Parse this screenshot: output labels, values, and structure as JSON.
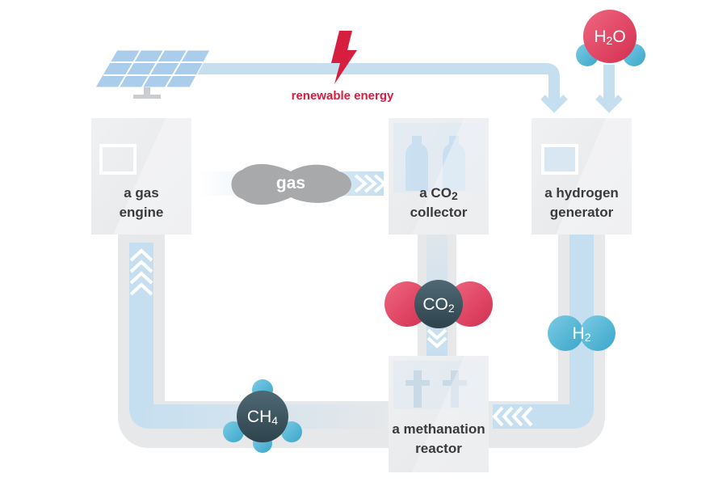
{
  "energy": {
    "label": "renewable energy"
  },
  "flow": {
    "gas_label": "gas"
  },
  "units": {
    "gas_engine": {
      "line1": "a gas",
      "line2": "engine"
    },
    "co2_collector": {
      "line1_prefix": "a CO",
      "line1_sub": "2",
      "line2": "collector"
    },
    "hydrogen_generator": {
      "line1": "a hydrogen",
      "line2": "generator"
    },
    "methanation_reactor": {
      "line1": "a methanation",
      "line2": "reactor"
    }
  },
  "molecules": {
    "water": {
      "main": "H",
      "sub": "2",
      "tail": "O"
    },
    "carbon_dioxide": {
      "main": "CO",
      "sub": "2"
    },
    "hydrogen": {
      "main": "H",
      "sub": "2"
    },
    "methane": {
      "main": "CH",
      "sub": "4"
    }
  },
  "colors": {
    "flow_blue": "#c6dff0",
    "track_gray": "#e6e8ea",
    "box_gray": "#ededee",
    "accent_red": "#d81e3f",
    "molecule_red": "#e2405e",
    "molecule_blue": "#55bad9",
    "molecule_dark": "#3d545f",
    "gas_cloud": "#a8a9ab"
  }
}
